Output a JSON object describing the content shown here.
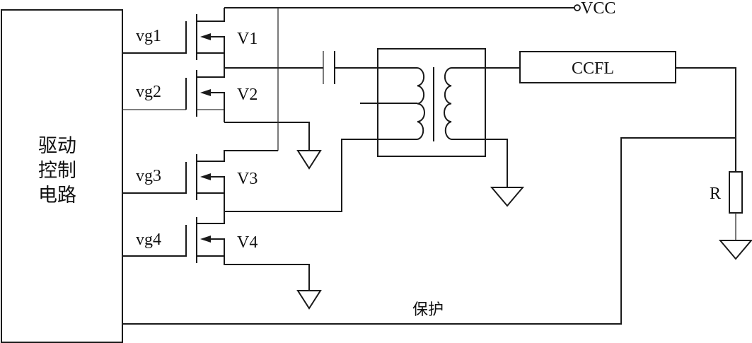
{
  "diagram": {
    "type": "CCFL full-bridge inverter circuit",
    "driver_block": {
      "label_lines": [
        "驱动",
        "控制",
        "电路"
      ]
    },
    "gate_signals": [
      "vg1",
      "vg2",
      "vg3",
      "vg4"
    ],
    "transistors": [
      "V1",
      "V2",
      "V3",
      "V4"
    ],
    "supply_label": "VCC",
    "lamp_label": "CCFL",
    "resistor_label": "R",
    "feedback_label": "保护",
    "components": [
      "driver-control-circuit",
      "mosfet-V1",
      "mosfet-V2",
      "mosfet-V3",
      "mosfet-V4",
      "coupling-capacitor",
      "transformer",
      "ccfl-lamp",
      "sense-resistor-R",
      "ground-symbols"
    ],
    "colors": {
      "line": "#1a1a1a",
      "background": "#ffffff"
    }
  }
}
